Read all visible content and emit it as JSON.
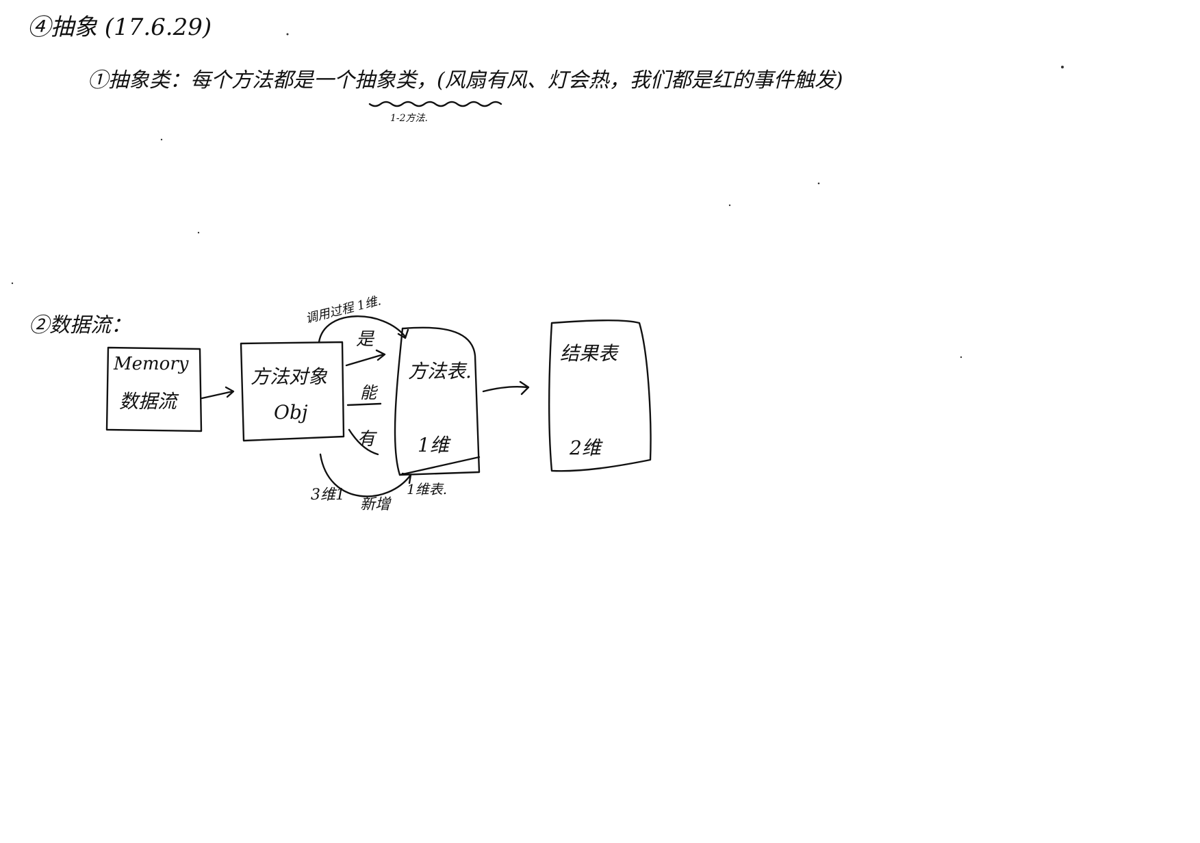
{
  "note": {
    "heading": "④抽象 (17.6.29)",
    "line1": "①抽象类：每个方法都是一个抽象类，(风扇有风、灯会热，我们都是红的事件触发)",
    "line1_sub": "1-2方法."
  },
  "section2": {
    "heading": "②数据流："
  },
  "diagram": {
    "memory_box": {
      "line1": "Memory",
      "line2": "数据流"
    },
    "object_box": {
      "line1": "方法对象",
      "line2": "Obj"
    },
    "method_box": {
      "line1": "方法表.",
      "line2": "1维"
    },
    "result_box": {
      "line1": "结果表",
      "line2": "2维"
    },
    "arc_top_label": "调用过程 1维.",
    "arrow_labels": [
      "是",
      "能",
      "有"
    ],
    "arc_bottom_labels": [
      "3维1",
      "新增",
      "1维表."
    ]
  }
}
